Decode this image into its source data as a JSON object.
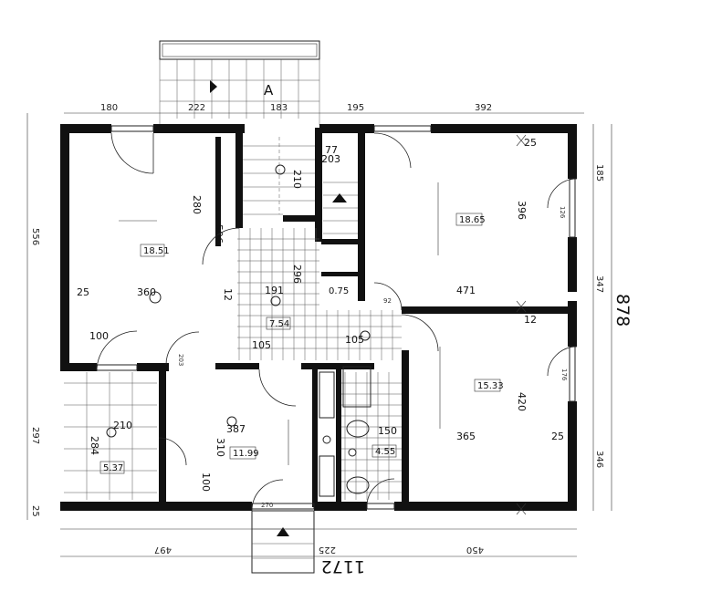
{
  "plan": {
    "overall_height": "878",
    "overall_width": "1172",
    "section_marker": "A",
    "top_dims": [
      "180",
      "222",
      "183",
      "195",
      "392"
    ],
    "left_dims": [
      "556",
      "297",
      "25"
    ],
    "right_dims": [
      "185",
      "347",
      "346"
    ],
    "bottom_dims": [
      "497",
      "225",
      "450"
    ],
    "areas": [
      "18.51",
      "7.54",
      "18.65",
      "11.99",
      "5.37",
      "15.33",
      "4.55",
      "0.75"
    ],
    "room_dims": {
      "r1_w": "360",
      "r1_h": "506",
      "r1_inner": "280",
      "r1_small": "25",
      "r1_100": "100",
      "hall_w": "191",
      "hall_h": "296",
      "hall_105": "105",
      "hall_12": "12",
      "stair_w": "210",
      "stair_77": "77",
      "stair_203": "203",
      "r3_h": "396",
      "r3_w": "471",
      "r3_12": "12",
      "r3_25": "25",
      "r4_h": "420",
      "r4_w": "365",
      "r4_25": "25",
      "kit_h": "387",
      "kit_w": "310",
      "kit_100": "100",
      "ent_w": "284",
      "ent_h": "210",
      "bath_150": "150",
      "bath_105": "105",
      "door_126": "126",
      "door_176": "176",
      "door_203": "203",
      "door_92": "92",
      "door_270": "270"
    }
  }
}
